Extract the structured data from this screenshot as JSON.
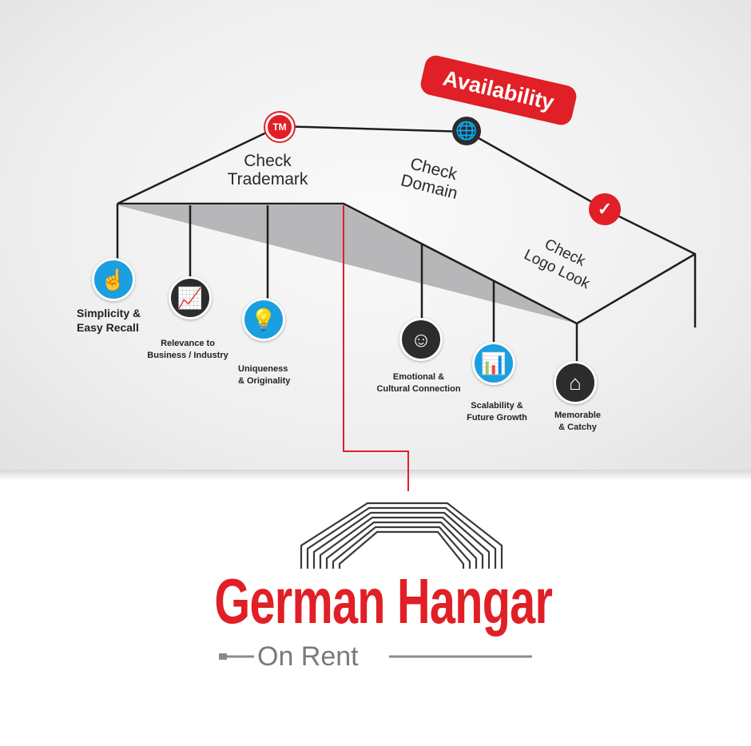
{
  "availability": "Availability",
  "checks": [
    {
      "label": "Check\nTrademark",
      "icon": "trademark-icon",
      "glyph": "TM"
    },
    {
      "label": "Check\nDomain",
      "icon": "globe-icon",
      "glyph": "🌐"
    },
    {
      "label": "Check\nLogo Look",
      "icon": "checkmark-icon",
      "glyph": "✓"
    }
  ],
  "criteria": [
    {
      "label": "Simplicity &\nEasy Recall",
      "icon": "hand-snap-icon",
      "glyph": "☝"
    },
    {
      "label": "Relevance to\nBusiness / Industry",
      "icon": "growth-target-icon",
      "glyph": "📈"
    },
    {
      "label": "Uniqueness\n& Originality",
      "icon": "lightbulb-hand-icon",
      "glyph": "💡"
    },
    {
      "label": "Emotional &\nCultural Connection",
      "icon": "people-globe-icon",
      "glyph": "☺"
    },
    {
      "label": "Scalability &\nFuture Growth",
      "icon": "growth-chart-icon",
      "glyph": "📊"
    },
    {
      "label": "Memorable\n& Catchy",
      "icon": "hangar-icon",
      "glyph": "⌂"
    }
  ],
  "logo": {
    "name": "German Hangar",
    "tagline": "On Rent"
  },
  "colors": {
    "red": "#e01f26",
    "blue": "#1a9fe0",
    "dark": "#2c2c2c"
  }
}
